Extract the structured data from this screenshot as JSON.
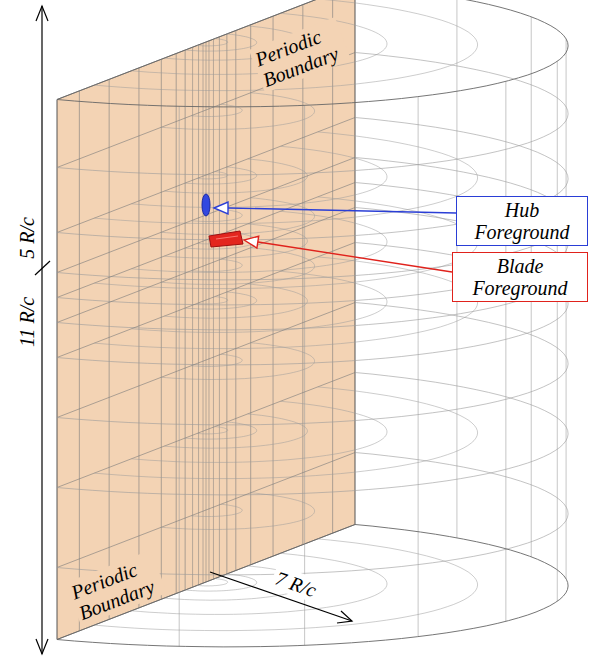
{
  "diagram": {
    "nodes": [
      {
        "text": [
          "Hub Foreground"
        ]
      },
      {
        "text": [
          "Blade Foreground"
        ]
      }
    ],
    "labels": [
      "Periodic Boundary",
      "Periodic Boundary",
      "5 R/c",
      "11 R/c",
      "7 R/c"
    ]
  }
}
